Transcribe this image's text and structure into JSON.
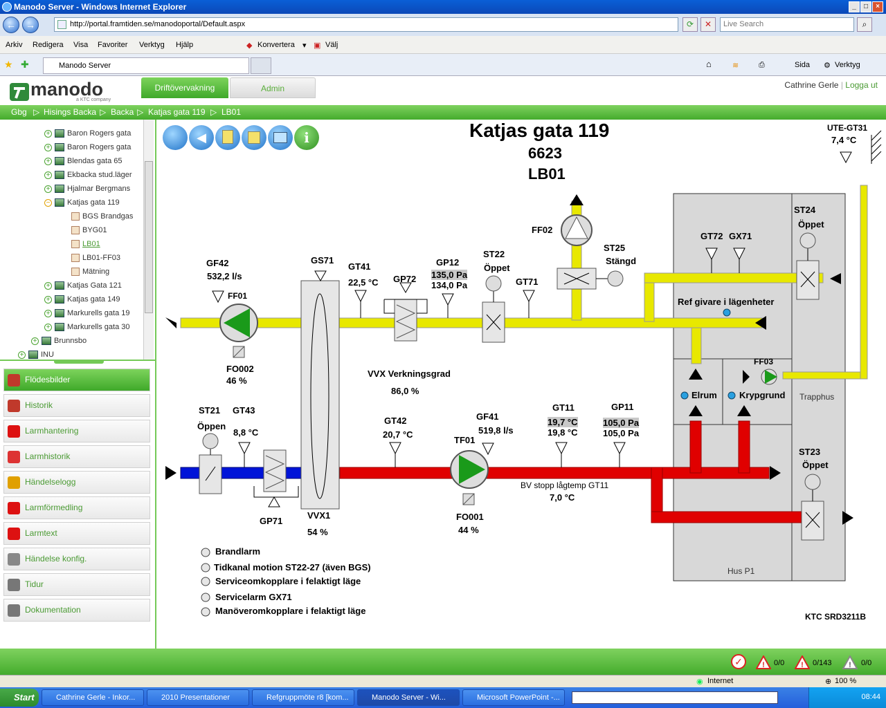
{
  "window": {
    "title": "Manodo Server - Windows Internet Explorer"
  },
  "browser": {
    "url": "http://portal.framtiden.se/manodoportal/Default.aspx",
    "search_placeholder": "Live Search",
    "menu": [
      "Arkiv",
      "Redigera",
      "Visa",
      "Favoriter",
      "Verktyg",
      "Hjälp"
    ],
    "konvertera": "Konvertera",
    "valj": "Välj",
    "tab_title": "Manodo Server",
    "sida": "Sida",
    "verktyg": "Verktyg"
  },
  "app": {
    "logo": "manodo",
    "logo_sub": "a KTC company",
    "nav_drift": "Driftövervakning",
    "nav_admin": "Admin",
    "user": "Cathrine Gerle",
    "logout": "Logga ut",
    "breadcrumb": [
      "Gbg",
      "Hisings Backa",
      "Backa",
      "Katjas gata 119",
      "LB01"
    ]
  },
  "tree": [
    {
      "label": "Baron Rogers gata",
      "level": 1,
      "type": "folder"
    },
    {
      "label": "Baron Rogers gata",
      "level": 1,
      "type": "folder"
    },
    {
      "label": "Blendas gata 65",
      "level": 1,
      "type": "folder"
    },
    {
      "label": "Ekbacka stud.läger",
      "level": 1,
      "type": "folder"
    },
    {
      "label": "Hjalmar Bergmans",
      "level": 1,
      "type": "folder"
    },
    {
      "label": "Katjas gata 119",
      "level": 1,
      "type": "folder-open"
    },
    {
      "label": "BGS Brandgas",
      "level": 2,
      "type": "doc"
    },
    {
      "label": "BYG01",
      "level": 2,
      "type": "doc"
    },
    {
      "label": "LB01",
      "level": 2,
      "type": "doc"
    },
    {
      "label": "LB01-FF03",
      "level": 2,
      "type": "doc"
    },
    {
      "label": "Mätning",
      "level": 2,
      "type": "doc"
    },
    {
      "label": "Katjas Gata 121",
      "level": 1,
      "type": "folder"
    },
    {
      "label": "Katjas gata 149",
      "level": 1,
      "type": "folder"
    },
    {
      "label": "Markurells gata 19",
      "level": 1,
      "type": "folder"
    },
    {
      "label": "Markurells gata 30",
      "level": 1,
      "type": "folder"
    },
    {
      "label": "Brunnsbo",
      "level": 0,
      "type": "folder"
    },
    {
      "label": "INU",
      "level": -1,
      "type": "folder"
    }
  ],
  "side": [
    "Flödesbilder",
    "Historik",
    "Larmhantering",
    "Larmhistorik",
    "Händelselogg",
    "Larmförmedling",
    "Larmtext",
    "Händelse konfig.",
    "Tidur",
    "Dokumentation"
  ],
  "side_colors": [
    "#c0392b",
    "#c0392b",
    "#d11",
    "#d33",
    "#e0a000",
    "#d11",
    "#d11",
    "#888",
    "#777",
    "#777"
  ],
  "diagram": {
    "title": "Katjas gata 119",
    "number": "6623",
    "unit": "LB01",
    "ute_label": "UTE-GT31",
    "ute_val": "7,4 °C",
    "gf42": "GF42",
    "gf42_val": "532,2 l/s",
    "ff01": "FF01",
    "fo02": "FO002",
    "fo02_val": "46 %",
    "gs71": "GS71",
    "gt41": "GT41",
    "gt41_val": "22,5 °C",
    "gp72": "GP72",
    "gp12": "GP12",
    "gp12_set": "135,0 Pa",
    "gp12_val": "134,0 Pa",
    "st22": "ST22",
    "st22_state": "Öppet",
    "gt71": "GT71",
    "ff02": "FF02",
    "st25": "ST25",
    "st25_state": "Stängd",
    "gt72": "GT72",
    "gx71": "GX71",
    "st24": "ST24",
    "st24_state": "Öppet",
    "ref": "Ref givare i lägenheter",
    "ff03": "FF03",
    "elrum": "Elrum",
    "krypgrund": "Krypgrund",
    "trapphus": "Trapphus",
    "vvx_lbl": "VVX Verkningsgrad",
    "vvx_val": "86,0 %",
    "st21": "ST21",
    "st21_state": "Öppen",
    "gt43": "GT43",
    "gt43_val": "8,8 °C",
    "gp71": "GP71",
    "vvx1": "VVX1",
    "vvx1_val": "54 %",
    "gt42": "GT42",
    "gt42_val": "20,7 °C",
    "tf01": "TF01",
    "gf41": "GF41",
    "gf41_val": "519,8 l/s",
    "fo01": "FO001",
    "fo01_val": "44 %",
    "gt11": "GT11",
    "gt11_set": "19,7 °C",
    "gt11_val": "19,8 °C",
    "gp11": "GP11",
    "gp11_set": "105,0 Pa",
    "gp11_val": "105,0 Pa",
    "bv": "BV stopp lågtemp GT11",
    "bv_val": "7,0 °C",
    "st23": "ST23",
    "st23_state": "Öppet",
    "hus": "Hus P1",
    "model": "KTC SRD3211B",
    "alarms": [
      "Brandlarm",
      "Tidkanal motion ST22-27 (även BGS)",
      "Serviceomkopplare i felaktigt läge",
      "Servicelarm GX71",
      "Manöveromkopplare i felaktigt läge"
    ]
  },
  "status": {
    "a1": "0/0",
    "a2": "0/143",
    "a3": "0/0"
  },
  "ie": {
    "zone": "Internet",
    "zoom": "100 %"
  },
  "taskbar": {
    "start": "Start",
    "tasks": [
      "Cathrine Gerle - Inkor...",
      "2010 Presentationer",
      "Refgruppmöte r8 [kom...",
      "Manodo Server - Wi...",
      "Microsoft PowerPoint -..."
    ],
    "clock": "08:44"
  },
  "colors": {
    "supply": "#e8e800",
    "exhaust": "#e00000",
    "intake": "#0014d8",
    "green": "#4aa330"
  }
}
